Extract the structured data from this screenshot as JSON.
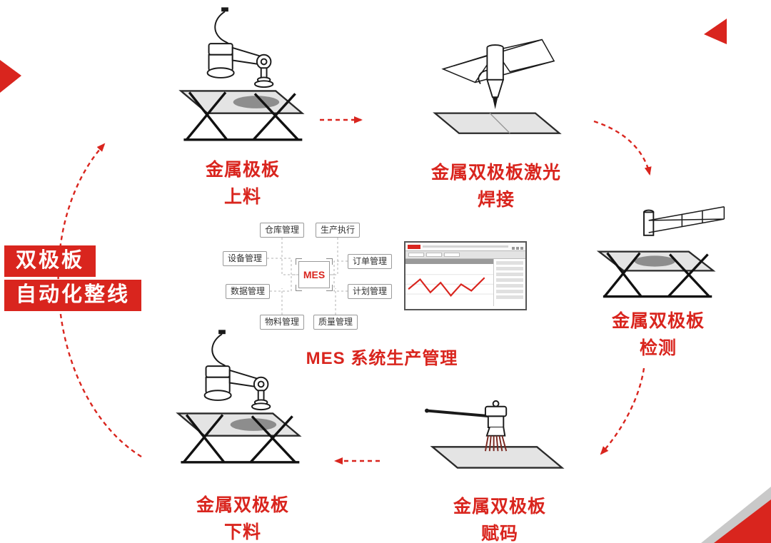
{
  "banner": {
    "line1": "双极板",
    "line2": "自动化整线"
  },
  "stations": {
    "loading": {
      "line1": "金属极板",
      "line2": "上料"
    },
    "welding": {
      "line1": "金属双极板激光",
      "line2": "焊接"
    },
    "inspection": {
      "line1": "金属双极板",
      "line2": "检测"
    },
    "coding": {
      "line1": "金属双极板",
      "line2": "赋码"
    },
    "unloading": {
      "line1": "金属双极板",
      "line2": "下料"
    }
  },
  "mes": {
    "center_label": "MES",
    "caption": "MES 系统生产管理",
    "modules": {
      "warehouse": "仓库管理",
      "production": "生产执行",
      "equipment": "设备管理",
      "order": "订单管理",
      "data": "数据管理",
      "plan": "计划管理",
      "material": "物料管理",
      "quality": "质量管理"
    }
  },
  "colors": {
    "accent_red": "#d9251e",
    "plate_gray": "#e4e4e4",
    "disc_gray": "#8d8d8d"
  }
}
